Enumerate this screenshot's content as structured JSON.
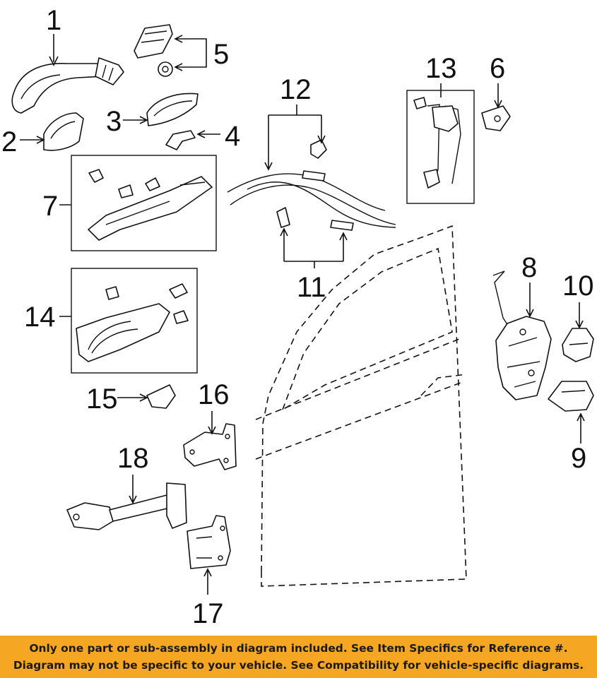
{
  "callouts": [
    "1",
    "2",
    "3",
    "4",
    "5",
    "6",
    "7",
    "8",
    "9",
    "10",
    "11",
    "12",
    "13",
    "14",
    "15",
    "16",
    "17",
    "18"
  ],
  "footer": {
    "line1": "Only one part or sub-assembly in diagram included. See Item Specifics for Reference #.",
    "line2": "Diagram may not be specific to your vehicle. See Compatibility for vehicle-specific diagrams."
  },
  "colors": {
    "banner": "#f5a623",
    "ink": "#111111",
    "background": "#ffffff"
  }
}
